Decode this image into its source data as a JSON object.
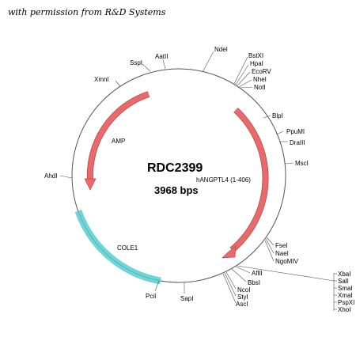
{
  "credit": "with permission from R&D Systems",
  "plasmid": {
    "name": "RDC2399",
    "size": "3968 bps"
  },
  "features": {
    "amp": {
      "label": "AMP",
      "color": "#e96a6a"
    },
    "insert": {
      "label": "hANGPTL4 (1-406)",
      "color": "#e96a6a"
    },
    "cole1": {
      "label": "COLE1",
      "color": "#72d4d6"
    }
  },
  "sites": {
    "ndei": "NdeI",
    "bstxi": "BstXI",
    "hpai": "HpaI",
    "ecorv": "EcoRV",
    "nhei": "NheI",
    "noti": "NotI",
    "blpi": "BlpI",
    "ppumi": "PpuMI",
    "dralll": "DraIII",
    "msci": "MscI",
    "fsei": "FseI",
    "naei": "NaeI",
    "ngomiv": "NgoMIV",
    "aflii": "AflII",
    "bbsi": "BbsI",
    "ncoi": "NcoI",
    "styi": "StyI",
    "asci": "AscI",
    "xbai": "XbaI",
    "sali": "SalI",
    "smai": "SmaI",
    "xmai": "XmaI",
    "pspxi": "PspXI",
    "xhoi": "XhoI",
    "sapi": "SapI",
    "pcii": "PciI",
    "ahdi": "AhdI",
    "xmni": "XmnI",
    "sspi": "SspI",
    "aatii": "AatII"
  }
}
